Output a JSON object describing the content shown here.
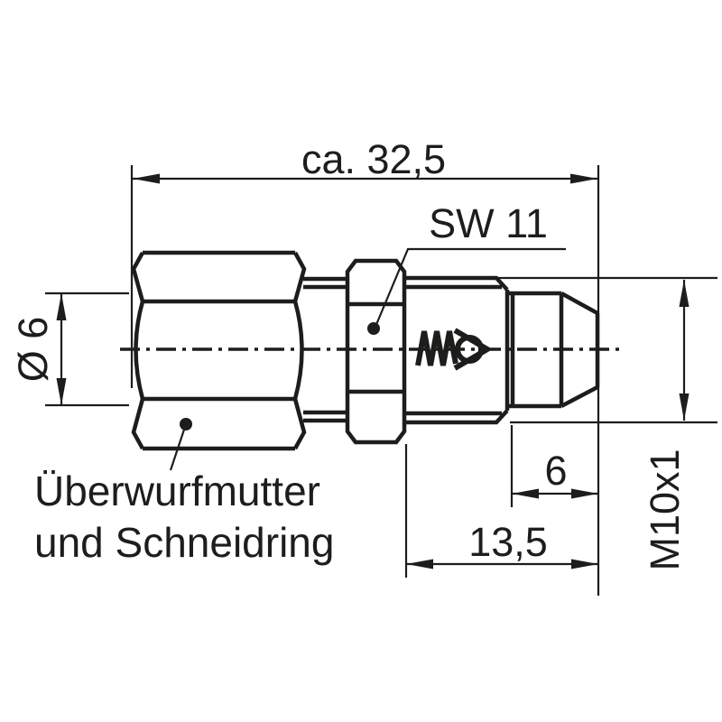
{
  "drawing": {
    "type": "technical-drawing",
    "subject": "male stud fitting with union nut, cutting ring and check valve",
    "colors": {
      "background": "#ffffff",
      "line": "#1d1d1b"
    },
    "labels": {
      "overall_length": "ca. 32,5",
      "wrench_size": "SW 11",
      "tube_diameter": "Ø 6",
      "nut_line1": "Überwurfmutter",
      "nut_line2": "und Schneidring",
      "cone_length": "6",
      "stud_length": "13,5",
      "thread": "M10x1"
    },
    "icons": {
      "check_valve": "spring-ball-check-valve-symbol"
    }
  }
}
